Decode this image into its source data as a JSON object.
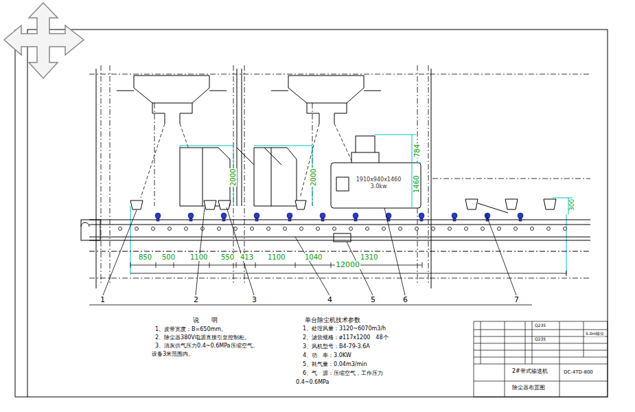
{
  "diagram": {
    "nodes": [
      {
        "text": [
          "1910x940x1460",
          "3.0kw"
        ]
      }
    ],
    "labels": [
      "1",
      "2",
      "3",
      "4",
      "5",
      "6",
      "7",
      "850",
      "500",
      "1100",
      "550",
      "413",
      "1100",
      "1040",
      "1310",
      "12000",
      "2000",
      "2000",
      "1460",
      "784",
      "300",
      "说　　明",
      "1、皮带宽度：B=650mm。",
      "2、除尘器380V电源直接引至控制柜。",
      "3、清灰供气压力0.4~0.6MPa压缩空气。",
      "设备3米范围内。",
      "单台除尘机技术参数",
      "1、处理风量：3120~6070m3/h",
      "2、滤袋规格：ø117x1200　48个",
      "3、风机型号：B4-79-3.6A",
      "4、功　率：3.0KW",
      "5、耗气量：0.04m3/min",
      "6、气　源：压缩空气，工作压力",
      "0.4~0.6MPa",
      "2#带式输送机",
      "除尘器布置图",
      "DC-4TD-800",
      "5.0m除尘",
      "Q235",
      "Q235"
    ]
  }
}
